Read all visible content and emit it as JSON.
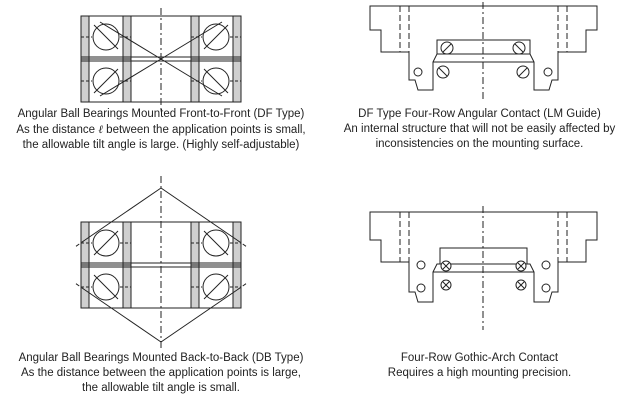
{
  "captions": {
    "df": {
      "line1": "Angular Ball Bearings Mounted Front-to-Front (DF Type)",
      "line2_pre": "As the distance ",
      "line2_symbol": "ℓ",
      "line2_post": " between the application points is small,",
      "line3": "the allowable tilt angle is large. (Highly self-adjustable)"
    },
    "lm": {
      "line1": "DF Type Four-Row Angular Contact (LM Guide)",
      "line2": "An internal structure that will not be easily affected by",
      "line3": "inconsistencies on the mounting surface."
    },
    "db": {
      "line1": "Angular Ball Bearings Mounted Back-to-Back (DB Type)",
      "line2": "As the distance between the application points is large,",
      "line3": "the allowable tilt angle is small."
    },
    "gothic": {
      "line1": "Four-Row Gothic-Arch Contact",
      "line2": "Requires a high mounting precision."
    }
  },
  "colors": {
    "line": "#222222",
    "ring_fill": "#cfcfcf",
    "background": "#ffffff"
  }
}
